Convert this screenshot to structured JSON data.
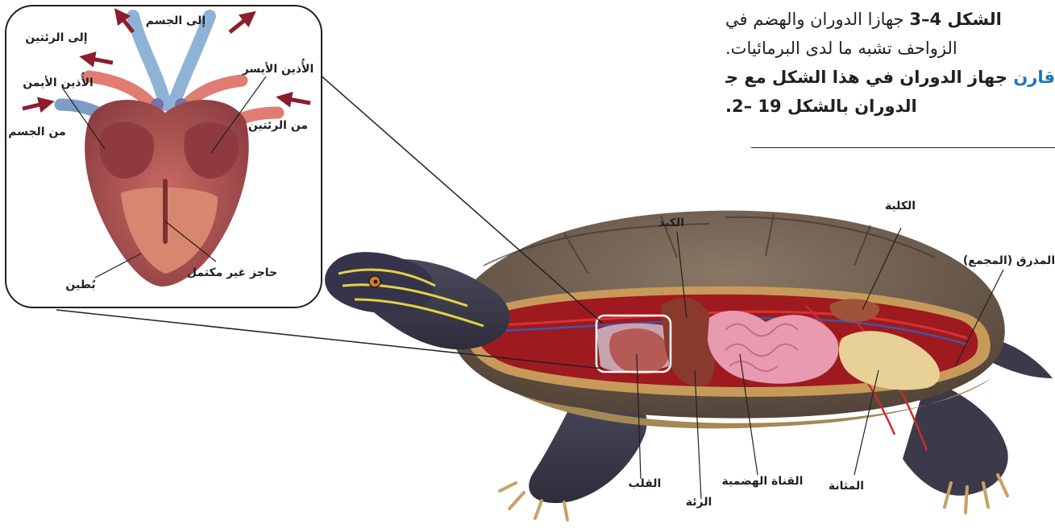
{
  "caption": {
    "line1_bold": "الشكل 4–3",
    "line1_rest": " جهازا الدوران والهضم في",
    "line2": "الزواحف تشبه ما لدى البرمائيات.",
    "line3_q": "قارن",
    "line3_rest": " جهاز الدوران في هذا الشكل مع جهاز",
    "line4": "الدوران بالشكل 19 –2."
  },
  "heart_labels": {
    "to_body": "إلى الجسم",
    "to_lungs": "إلى الرئتين",
    "left_atrium": "الأُذين الأيسر",
    "right_atrium": "الأُذين الأيمن",
    "from_body": "من الجسم",
    "from_lungs": "من الرئتين",
    "incomplete_septum": "حاجز غير مكتمل",
    "ventricle": "بُطين"
  },
  "turtle_labels": {
    "liver": "الكبد",
    "kidney": "الكلية",
    "cloaca": "المذرق (المجمع)",
    "heart": "القلب",
    "digestive_tract": "القناة الهضمية",
    "lung": "الرئة",
    "bladder": "المثانة"
  },
  "colors": {
    "arrow": "#8b1d2c",
    "artery": "#d9635a",
    "vein": "#7f9cc4",
    "heart_wall": "#b0545a",
    "shell": "#6f5a4a",
    "body_cavity": "#9e1a1f"
  }
}
